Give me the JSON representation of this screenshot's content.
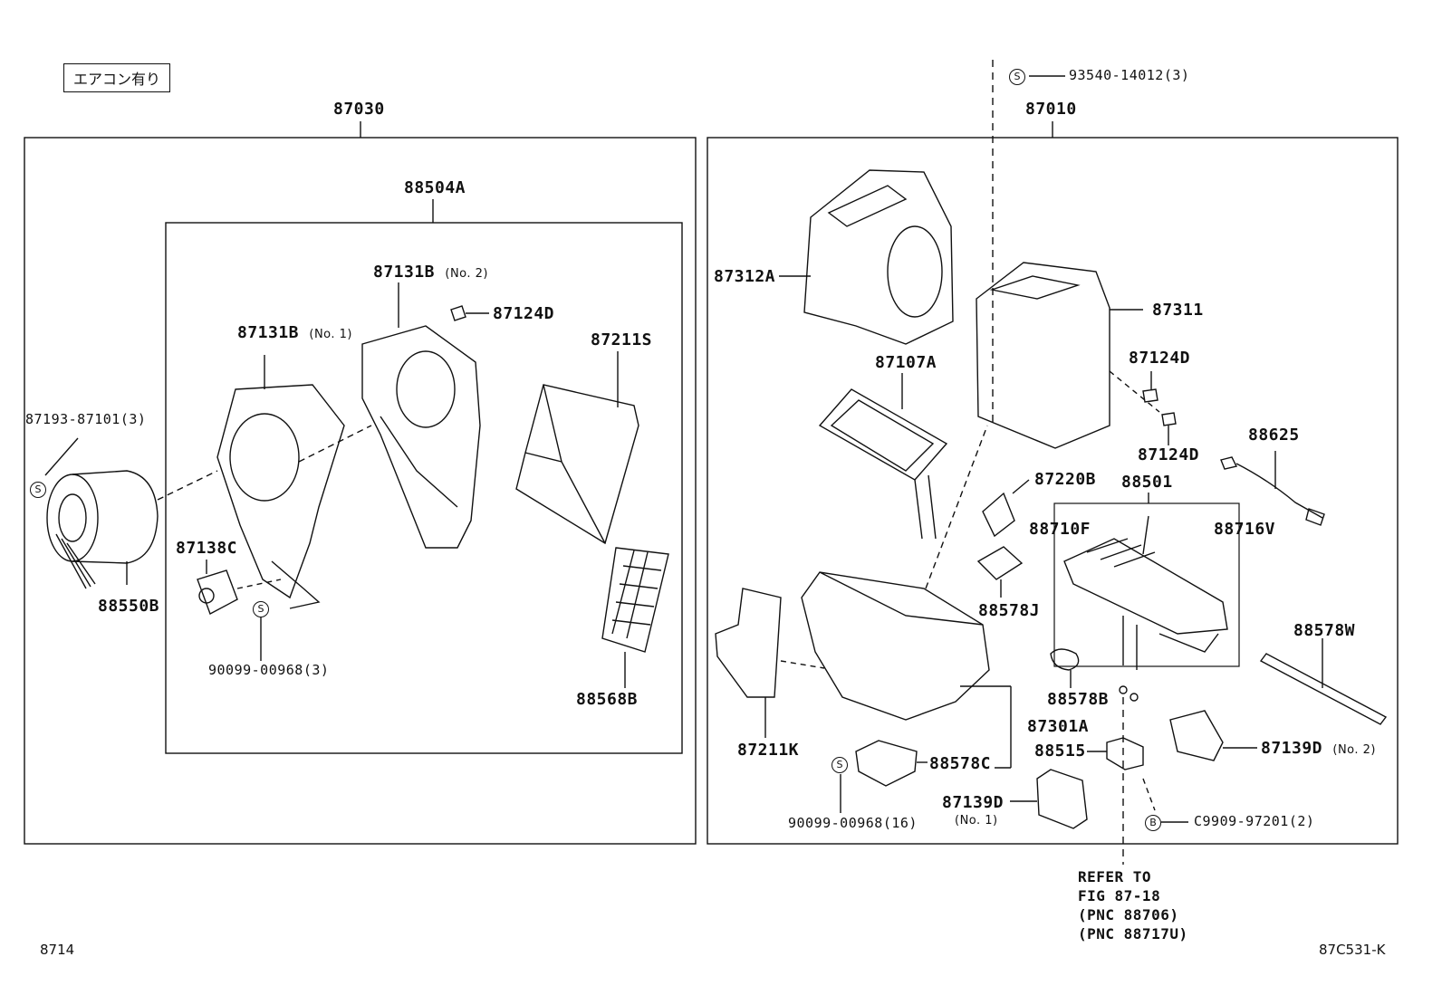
{
  "tag": "エアコン有り",
  "page_number": "8714",
  "figure_code": "87C531-K",
  "assemblies": {
    "left": "87030",
    "right": "87010",
    "inner": "88504A"
  },
  "labels": {
    "l87131b_no2": "87131B",
    "l87131b_no2_sub": "(No. 2)",
    "l87124d_a": "87124D",
    "l87131b_no1": "87131B",
    "l87131b_no1_sub": "(No. 1)",
    "l87211s": "87211S",
    "l87193": "87193-87101(3)",
    "l87138c": "87138C",
    "l88550b": "88550B",
    "l90099_a": "90099-00968(3)",
    "l88568b": "88568B",
    "l93540": "93540-14012(3)",
    "l87312a": "87312A",
    "l87311": "87311",
    "l87107a": "87107A",
    "l87124d_b": "87124D",
    "l87124d_c": "87124D",
    "l87220b": "87220B",
    "l88625": "88625",
    "l88501": "88501",
    "l88710f": "88710F",
    "l88716v": "88716V",
    "l88578j": "88578J",
    "l88578w": "88578W",
    "l88578b": "88578B",
    "l87301a": "87301A",
    "l88515": "88515",
    "l87139d_no2": "87139D",
    "l87139d_no2_sub": "(No. 2)",
    "l87211k": "87211K",
    "l88578c": "88578C",
    "l87139d_no1": "87139D",
    "l87139d_no1_sub": "(No. 1)",
    "l90099_b": "90099-00968(16)",
    "lc9909": "C9909-97201(2)"
  },
  "symbols": {
    "s": "S",
    "b": "B"
  },
  "refer_note": [
    "REFER TO",
    "FIG 87-18",
    "(PNC 88706)",
    "(PNC 88717U)"
  ]
}
